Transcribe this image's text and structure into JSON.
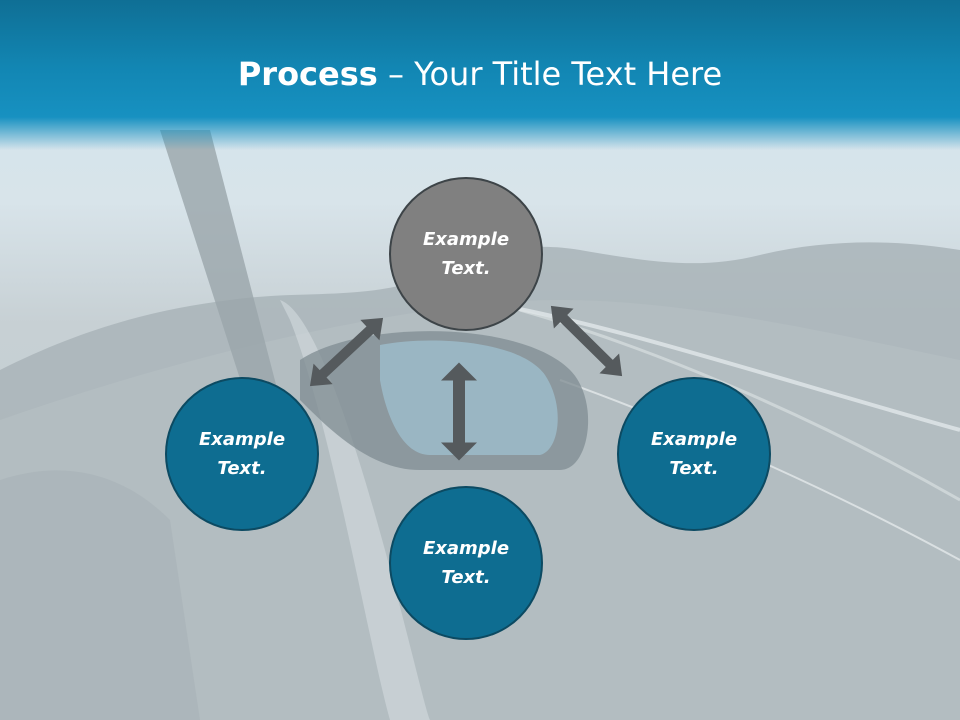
{
  "title": {
    "bold": "Process",
    "rest": " – Your Title Text Here"
  },
  "nodes": {
    "top": {
      "line1": "Example",
      "line2": "Text."
    },
    "left": {
      "line1": "Example",
      "line2": "Text."
    },
    "right": {
      "line1": "Example",
      "line2": "Text."
    },
    "bottom": {
      "line1": "Example",
      "line2": "Text."
    }
  },
  "colors": {
    "header_blue": "#1286b3",
    "node_blue": "#0e6d91",
    "node_gray": "#808080",
    "arrow_gray": "#555a5d"
  },
  "icons": [
    "double-arrow-icon"
  ]
}
